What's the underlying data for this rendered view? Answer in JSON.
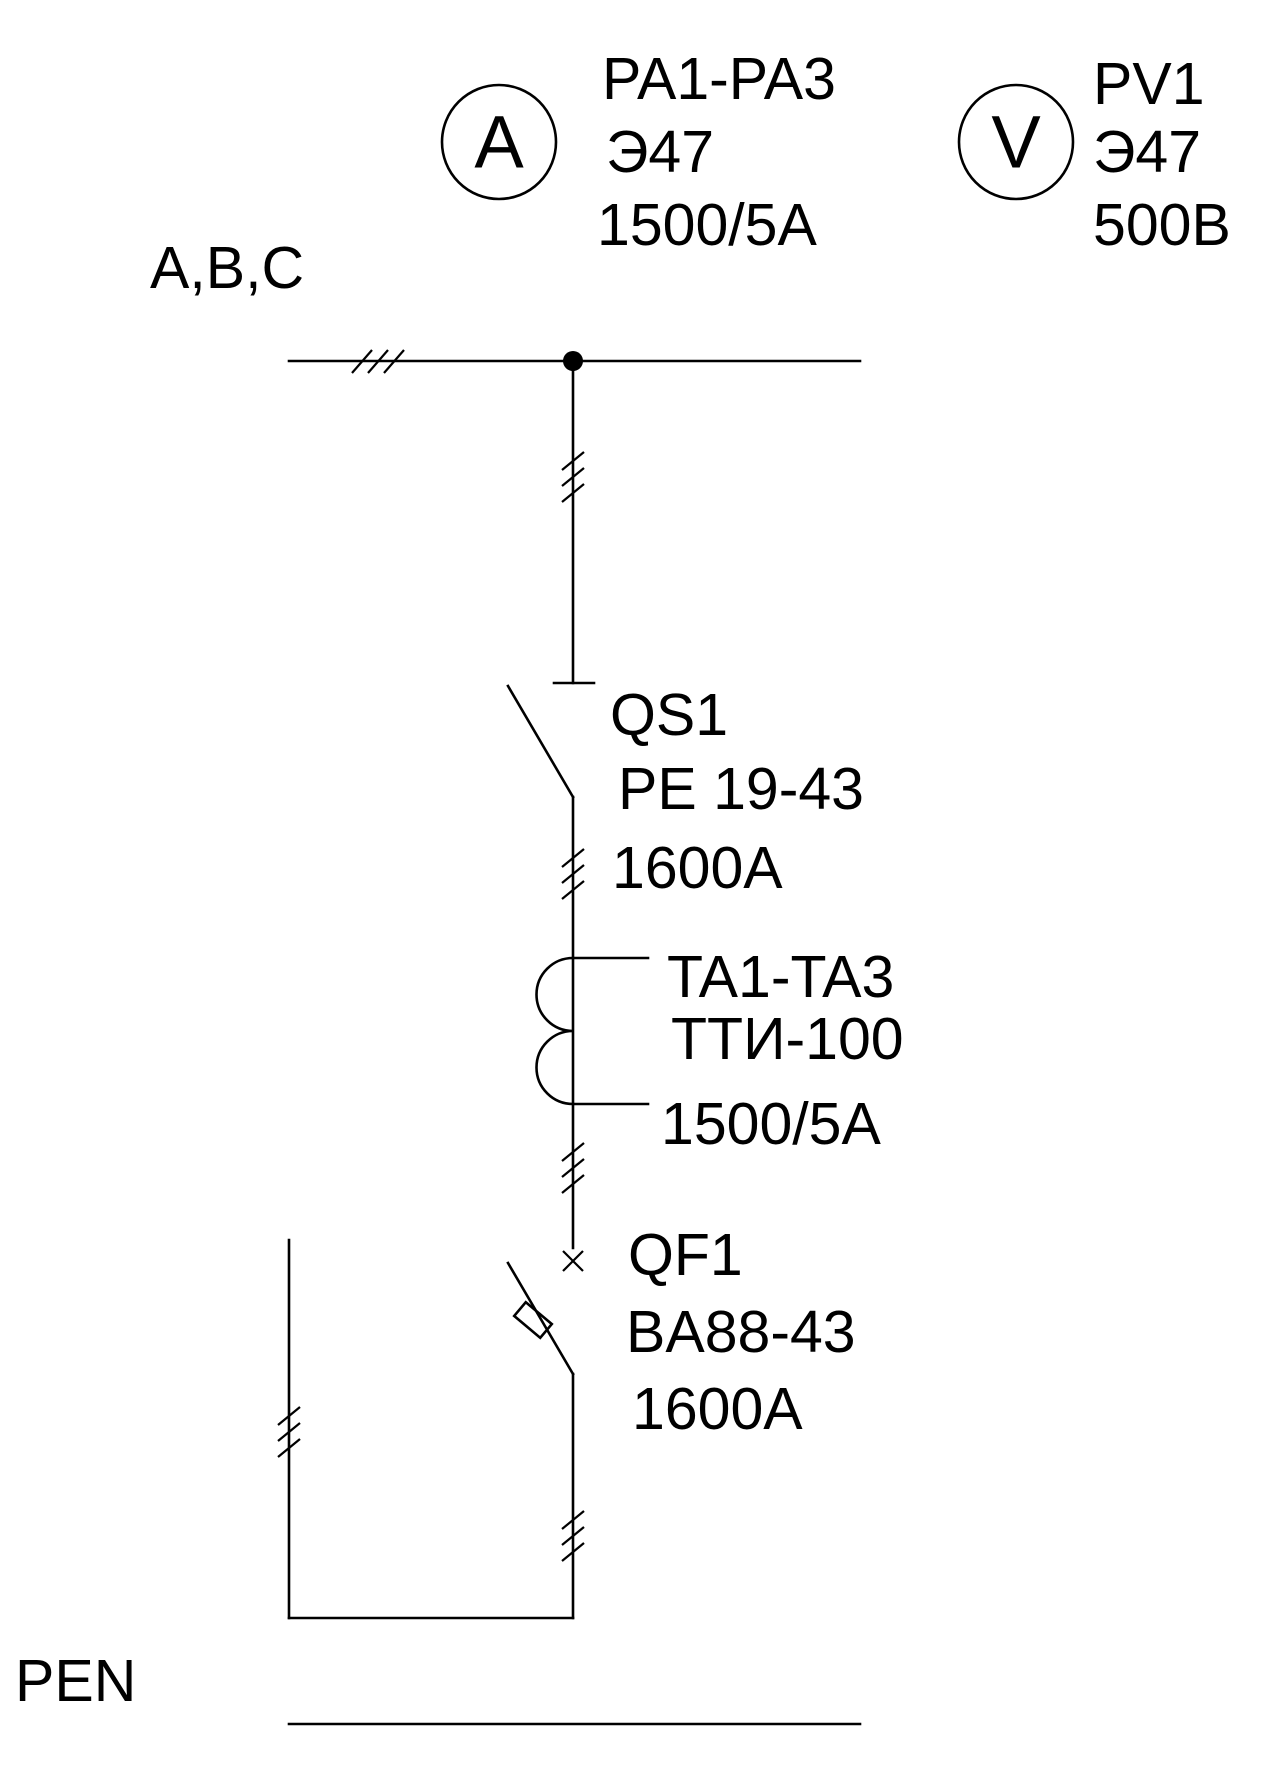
{
  "bus_label": "A,B,C",
  "pen_label": "PEN",
  "ammeter": {
    "symbol": "A",
    "designation": "PA1-PA3",
    "type": "Э47",
    "rating": "1500/5A"
  },
  "voltmeter": {
    "symbol": "V",
    "designation": "PV1",
    "type": "Э47",
    "rating": "500В"
  },
  "disconnector": {
    "designation": "QS1",
    "type": "PE 19-43",
    "rating": "1600A"
  },
  "current_transformer": {
    "designation": "TA1-TA3",
    "type": "ТТИ-100",
    "rating": "1500/5A"
  },
  "circuit_breaker": {
    "designation": "QF1",
    "type": "BA88-43",
    "rating": "1600A"
  }
}
